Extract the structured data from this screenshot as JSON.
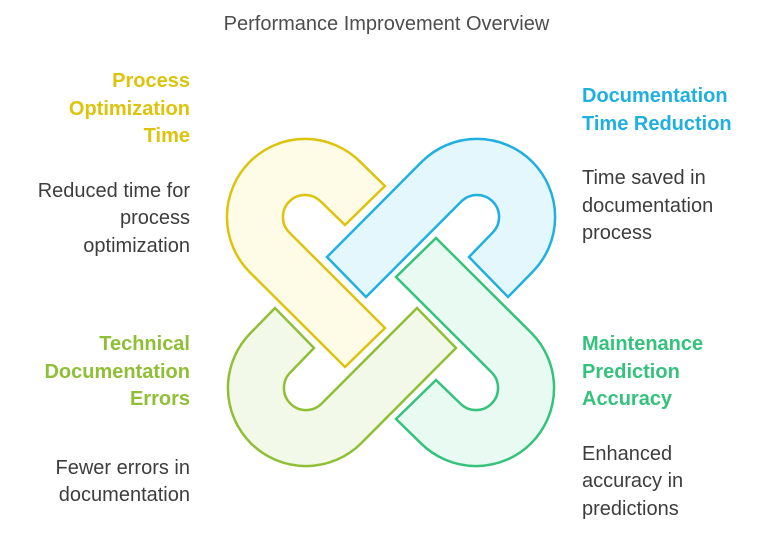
{
  "title": "Performance Improvement Overview",
  "items": [
    {
      "id": "process-optimization",
      "heading": [
        "Process",
        "Optimization",
        "Time"
      ],
      "description": [
        "Reduced time for",
        "process",
        "optimization"
      ],
      "color": "#dcc40c",
      "fill": "#fefbe6",
      "position": "top-left"
    },
    {
      "id": "documentation-time",
      "heading": [
        "Documentation",
        "Time Reduction"
      ],
      "description": [
        "Time saved in",
        "documentation",
        "process"
      ],
      "color": "#1fb0e0",
      "fill": "#e3f7fd",
      "position": "top-right"
    },
    {
      "id": "technical-documentation-errors",
      "heading": [
        "Technical",
        "Documentation",
        "Errors"
      ],
      "description": [
        "Fewer errors in",
        "documentation"
      ],
      "color": "#8fbf35",
      "fill": "#f2f9e8",
      "position": "bottom-left"
    },
    {
      "id": "maintenance-prediction",
      "heading": [
        "Maintenance",
        "Prediction",
        "Accuracy"
      ],
      "description": [
        "Enhanced",
        "accuracy in",
        "predictions"
      ],
      "color": "#34c27c",
      "fill": "#e8faf1",
      "position": "bottom-right"
    }
  ]
}
